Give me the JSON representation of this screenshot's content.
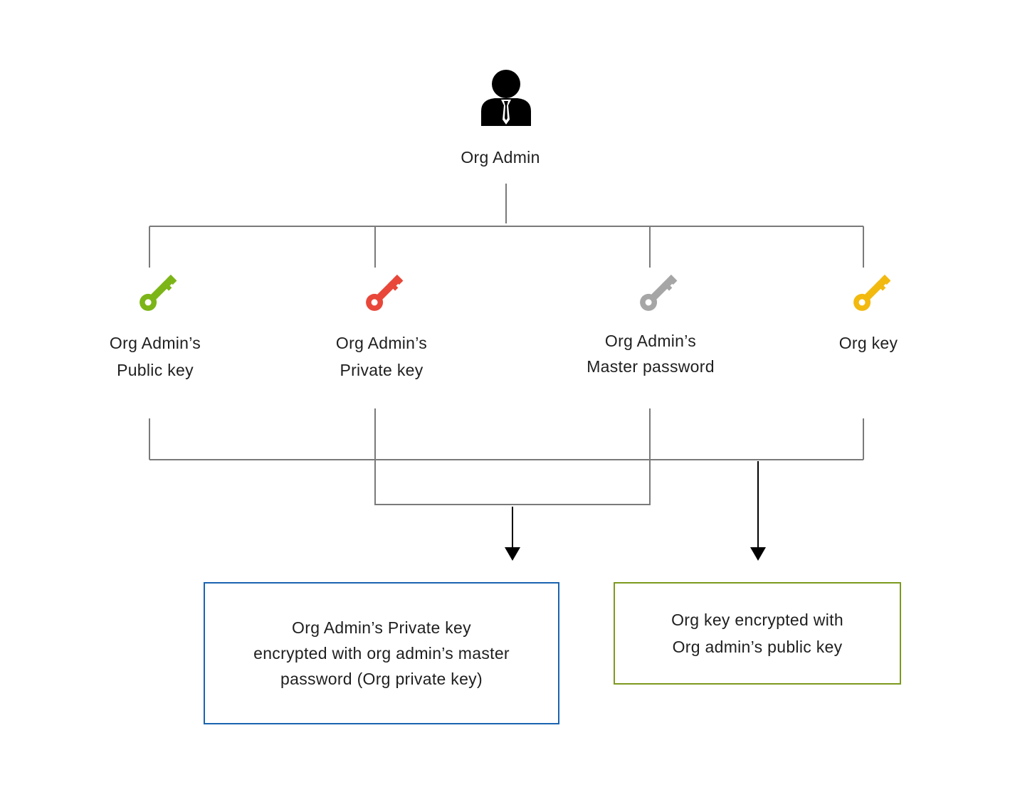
{
  "admin": {
    "label": "Org Admin",
    "icon": "admin-user-icon"
  },
  "keys": [
    {
      "name": "public-key",
      "icon": "key-icon",
      "color": "#7cb518",
      "lines": [
        "Org Admin’s",
        "Public key"
      ]
    },
    {
      "name": "private-key",
      "icon": "key-icon",
      "color": "#e8473a",
      "lines": [
        "Org Admin’s",
        "Private key"
      ]
    },
    {
      "name": "master-password",
      "icon": "key-icon",
      "color": "#a6a6a6",
      "lines": [
        "Org Admin’s",
        "Master password"
      ]
    },
    {
      "name": "org-key",
      "icon": "key-icon",
      "color": "#f2b90f",
      "lines": [
        "Org key"
      ]
    }
  ],
  "results": [
    {
      "name": "org-private-key-box",
      "border_color": "#1a64b0",
      "lines": [
        "Org Admin’s Private key",
        "encrypted with org admin’s master",
        "password (Org private key)"
      ]
    },
    {
      "name": "encrypted-org-key-box",
      "border_color": "#7c9a1e",
      "lines": [
        "Org key encrypted with",
        "Org admin’s public key"
      ]
    }
  ],
  "colors": {
    "connector": "#7a7a7a",
    "arrow": "#000000"
  }
}
